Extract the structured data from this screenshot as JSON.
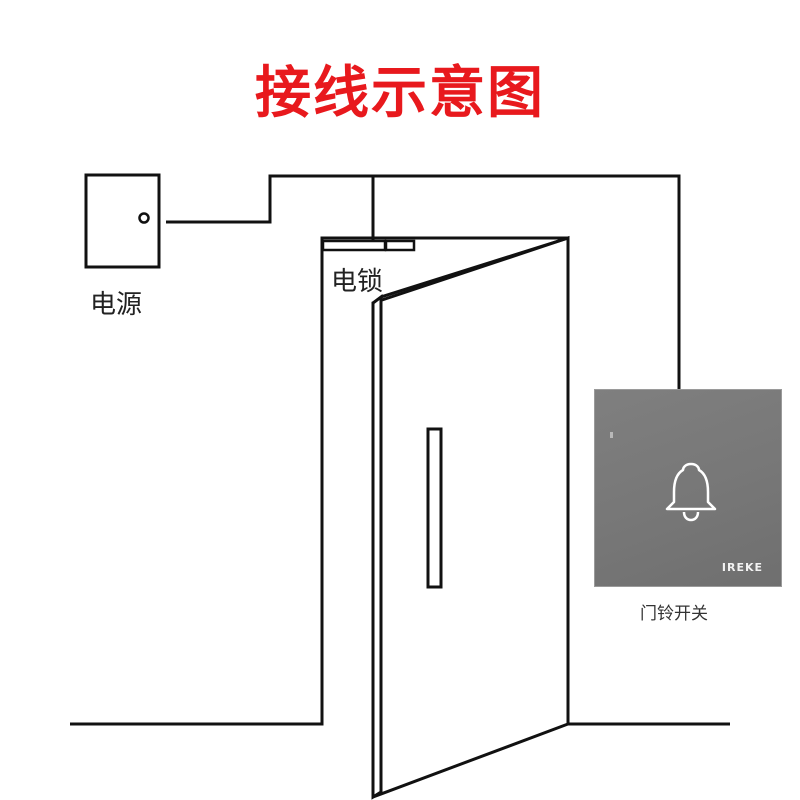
{
  "title": "接线示意图",
  "labels": {
    "power_supply": "电源",
    "electric_lock": "电锁",
    "doorbell_switch": "门铃开关"
  },
  "switch_panel": {
    "brand": "IREKE",
    "icon": "bell-icon"
  },
  "colors": {
    "title": "#e8191d",
    "lines": "#111111",
    "switch_panel": "#787878"
  }
}
